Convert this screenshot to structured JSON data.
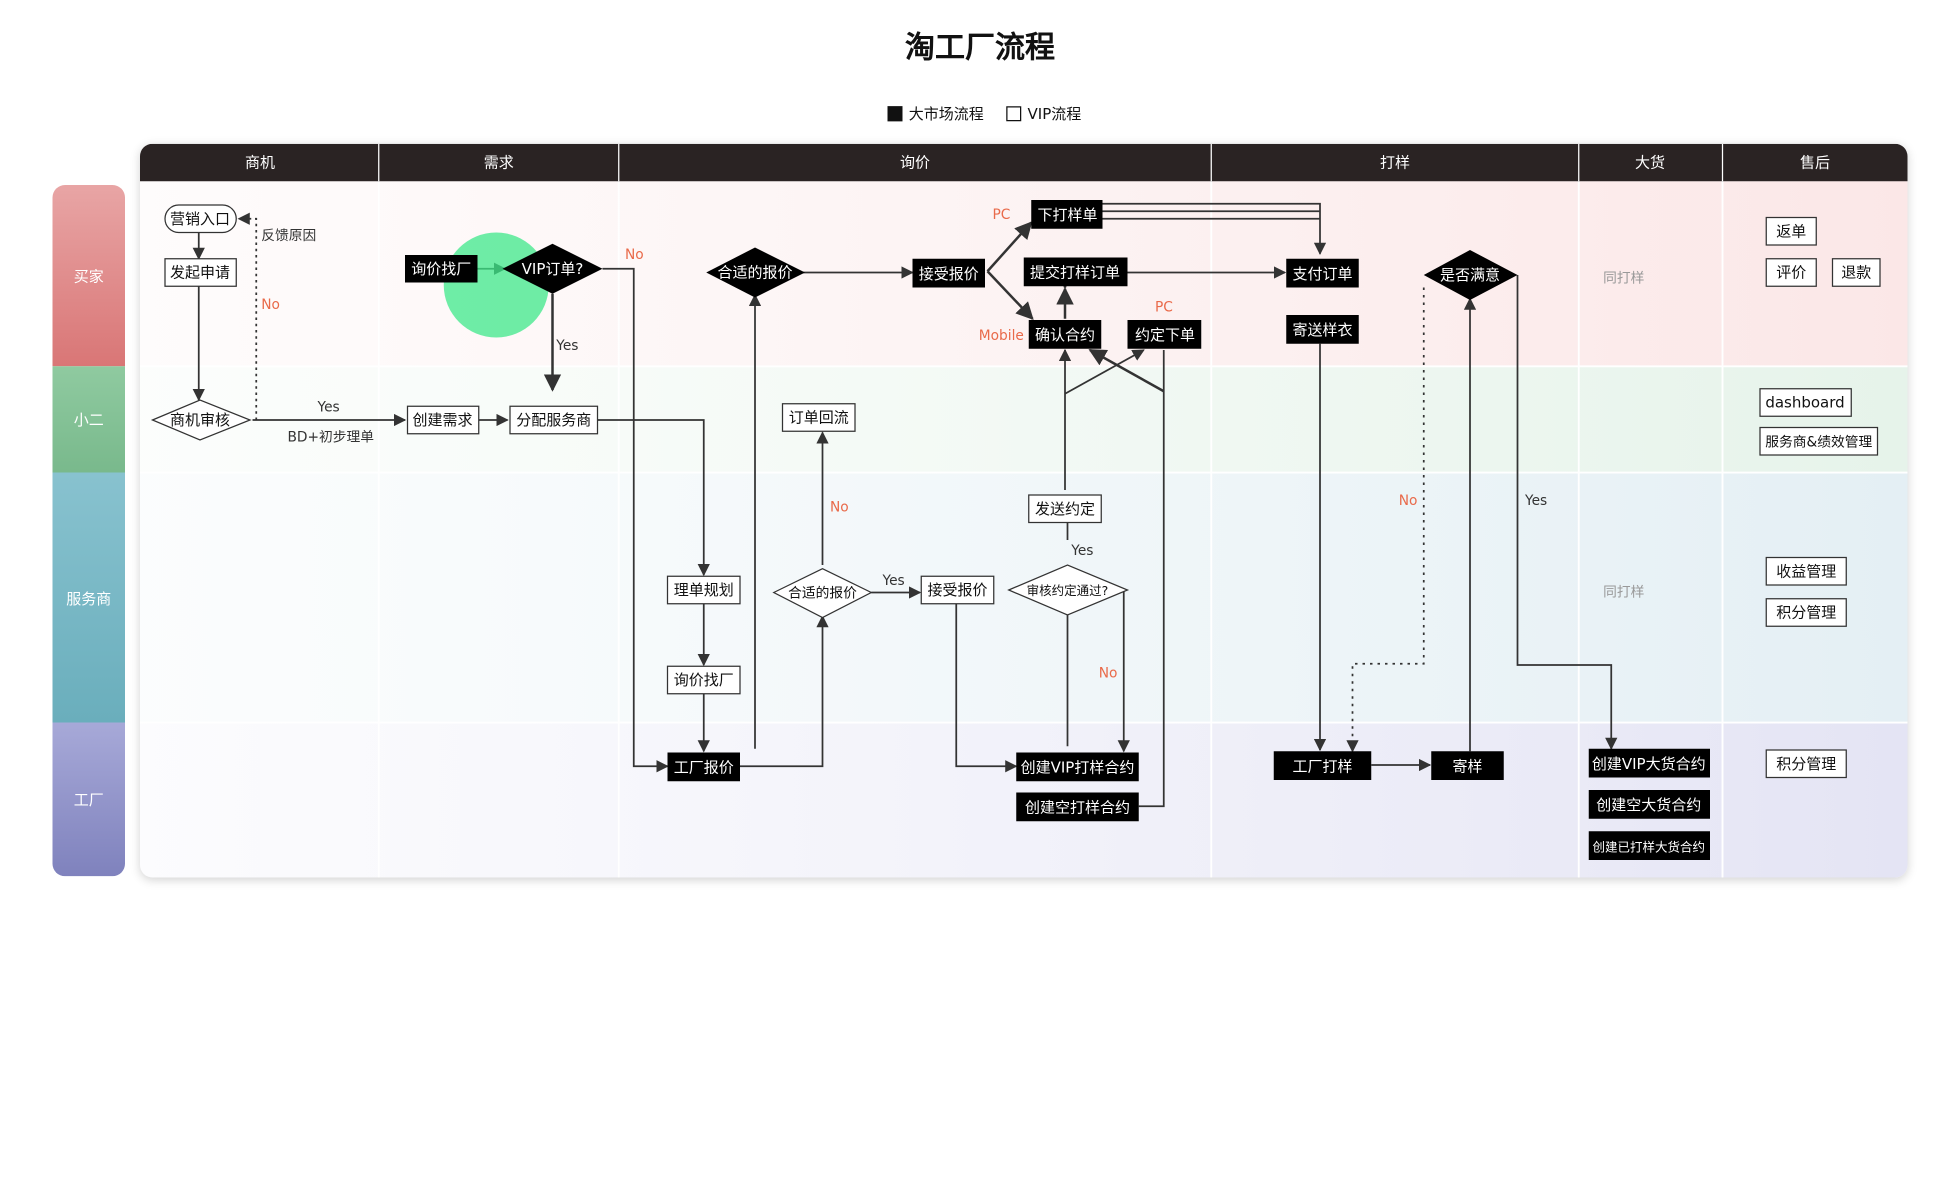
{
  "title": "淘工厂流程",
  "legend": [
    {
      "label": "大市场流程",
      "style": "dark"
    },
    {
      "label": "VIP流程",
      "style": "light"
    }
  ],
  "colors": {
    "header": "#2a2323",
    "accent_text": "#e96a4a",
    "node_dark": "#000000",
    "highlight_circle": "#3ee88a",
    "lane_buyer": "#d97373",
    "lane_xiaoer": "#7fbf92",
    "lane_service": "#6fb3c2",
    "lane_factory": "#8385bf"
  },
  "phases": [
    "商机",
    "需求",
    "询价",
    "打样",
    "大货",
    "售后"
  ],
  "lanes": [
    "买家",
    "小二",
    "服务商",
    "工厂"
  ],
  "nodes": {
    "marketing_entry": "营销入口",
    "start_application": "发起申请",
    "opportunity_review": "商机审核",
    "create_demand": "创建需求",
    "assign_provider": "分配服务商",
    "inquiry_factory_top": "询价找厂",
    "vip_order": "VIP订单?",
    "suitable_quote_top": "合适的报价",
    "accept_quote_top": "接受报价",
    "place_sample_order": "下打样单",
    "submit_sample_order": "提交打样订单",
    "confirm_contract": "确认合约",
    "agreed_order": "约定下单",
    "pay_order": "支付订单",
    "send_sample_clothes": "寄送样衣",
    "satisfied": "是否满意",
    "order_backflow": "订单回流",
    "order_planning": "理单规划",
    "inquiry_factory_mid": "询价找厂",
    "suitable_quote_mid": "合适的报价",
    "accept_quote_mid": "接受报价",
    "send_agreement": "发送约定",
    "review_agreement": "审核约定通过?",
    "factory_quote": "工厂报价",
    "create_vip_sample_contract": "创建VIP打样合约",
    "create_empty_sample_contract": "创建空打样合约",
    "factory_sampling": "工厂打样",
    "send_sample": "寄样",
    "create_vip_bulk_contract": "创建VIP大货合约",
    "create_empty_bulk_contract": "创建空大货合约",
    "create_sampled_bulk_contract": "创建已打样大货合约",
    "aftersale_return": "返单",
    "aftersale_review": "评价",
    "aftersale_refund": "退款",
    "dashboard": "dashboard",
    "provider_perf": "服务商&绩效管理",
    "income_mgmt": "收益管理",
    "points_mgmt_provider": "积分管理",
    "points_mgmt_factory": "积分管理"
  },
  "labels": {
    "feedback_reason": "反馈原因",
    "no": "No",
    "yes": "Yes",
    "bd_note": "BD+初步理单",
    "pc": "PC",
    "mobile": "Mobile",
    "same_as_sampling": "同打样"
  }
}
